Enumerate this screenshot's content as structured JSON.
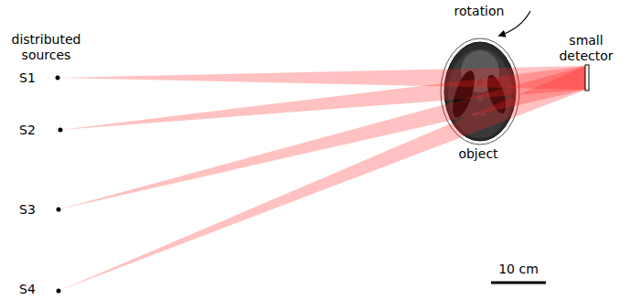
{
  "diagram": {
    "labels": [
      "distributed sources",
      "S1",
      "S2",
      "S3",
      "S4",
      "rotation",
      "small detector",
      "object",
      "10 cm"
    ]
  }
}
